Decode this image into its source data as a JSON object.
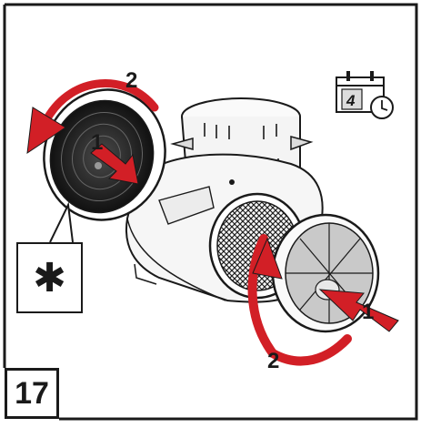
{
  "figure": {
    "step_number": "17",
    "callout_symbol": "✱",
    "calendar_day": "4",
    "markers": {
      "left_rotate": "2",
      "left_push": "1",
      "right_rotate": "2",
      "right_push": "1"
    },
    "colors": {
      "arrow_red": "#d21f26",
      "outline": "#1a1a1a",
      "filter_dark": "#2b2b2b",
      "housing_light": "#f2f2f2"
    }
  }
}
